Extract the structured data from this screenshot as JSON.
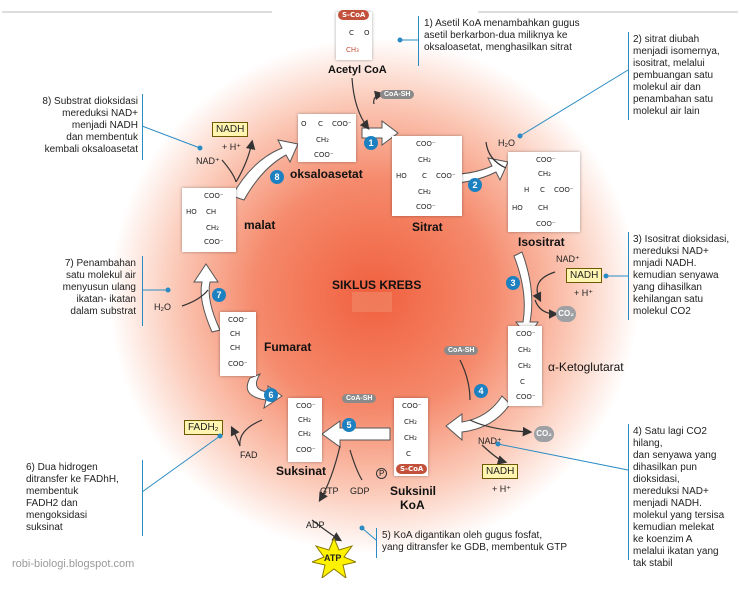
{
  "title": "SIKLUS KREBS",
  "watermark": "robi-biologi.blogspot.com",
  "colors": {
    "accent_blue": "#1d80c0",
    "box_yellow": "#fff5b0",
    "center_glow": "#f06a4a"
  },
  "molecules": {
    "acetyl_coa": "Acetyl CoA",
    "oksaloasetat": "oksaloasetat",
    "sitrat": "Sitrat",
    "isositrat": "Isositrat",
    "ketoglutarat": "α-Ketoglutarat",
    "suksinil_koa_1": "Suksinil",
    "suksinil_koa_2": "KoA",
    "suksinat": "Suksinat",
    "fumarat": "Fumarat",
    "malat": "malat"
  },
  "cofactors": {
    "nadh": "NADH",
    "nad_plus": "NAD⁺",
    "h_plus": "+ H⁺",
    "fadh2": "FADH₂",
    "fad": "FAD",
    "h2o": "H₂O",
    "co2": "CO₂",
    "coa_sh": "CoA-SH",
    "s_coa": "S-CoA",
    "gtp": "GTP",
    "gdp": "GDP",
    "adp": "ADP",
    "atp": "ATP",
    "pi": "P"
  },
  "chem": {
    "coo": "COO⁻",
    "ch2": "CH₂",
    "ch": "CH",
    "c": "C",
    "o": "O",
    "ch3": "CH₃",
    "ho": "HO",
    "h": "H",
    "dash": "—",
    "dbl": "═"
  },
  "steps": [
    "1",
    "2",
    "3",
    "4",
    "5",
    "6",
    "7",
    "8"
  ],
  "notes": {
    "n1": [
      "1) Asetil KoA menambahkan gugus",
      "asetil berkarbon-dua miliknya ke",
      "oksaloasetat, menghasilkan sitrat"
    ],
    "n2": [
      "2) sitrat diubah",
      "menjadi isomernya,",
      "isositrat, melalui",
      "pembuangan satu",
      "molekul air dan",
      "penambahan satu",
      "molekul air lain"
    ],
    "n3": [
      "3) Isositrat dioksidasi,",
      "mereduksi NAD+",
      "mnjadi NADH.",
      "kemudian senyawa",
      "yang dihasilkan",
      "kehilangan satu",
      "molekul CO2"
    ],
    "n4": [
      "4) Satu lagi CO2 hilang,",
      "dan senyawa yang",
      "dihasilkan pun",
      "dioksidasi,",
      "mereduksi NAD+",
      "menjadi NADH.",
      "molekul yang tersisa",
      "kemudian melekat",
      "ke koenzim A",
      "melalui ikatan yang",
      "tak stabil"
    ],
    "n5": [
      "5) KoA digantikan oleh gugus fosfat,",
      "yang ditransfer ke GDB, membentuk GTP"
    ],
    "n6": [
      "6) Dua hidrogen",
      "ditransfer ke FADhH,",
      "membentuk",
      "FADH2 dan",
      "mengoksidasi",
      "suksinat"
    ],
    "n7": [
      "7) Penambahan",
      "satu molekul air",
      "menyusun ulang",
      "ikatan- ikatan",
      "dalam substrat"
    ],
    "n8": [
      "8) Substrat dioksidasi",
      "mereduksi NAD+",
      "menjadi NADH",
      "dan membentuk",
      "kembali oksaloasetat"
    ]
  }
}
